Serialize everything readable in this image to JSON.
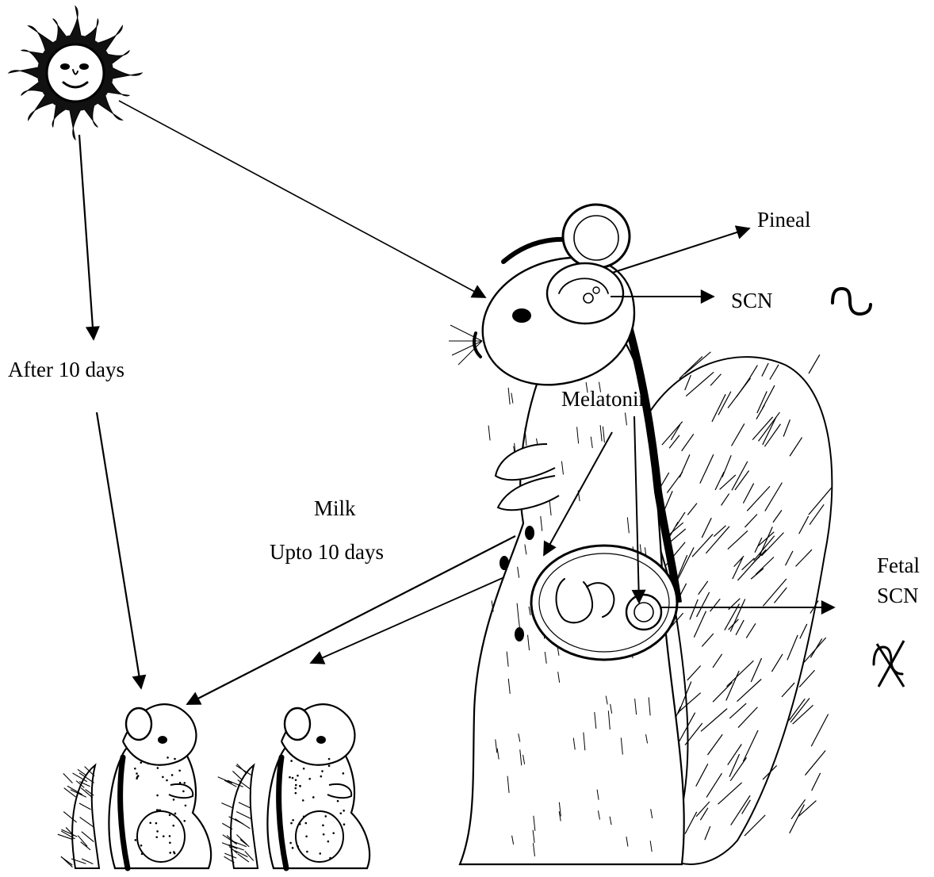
{
  "labels": {
    "pineal": "Pineal",
    "scn": "SCN",
    "after_days": "After 10 days",
    "melatonin": "Melatonin",
    "milk": "Milk",
    "upto_days": "Upto 10 days",
    "fetal": "Fetal",
    "fetal_scn": "SCN"
  },
  "symbols": {
    "rhythm": "circadian-wave-icon",
    "no_rhythm": "crossed-wave-icon"
  },
  "colors": {
    "ink": "#000000",
    "background": "#ffffff"
  }
}
